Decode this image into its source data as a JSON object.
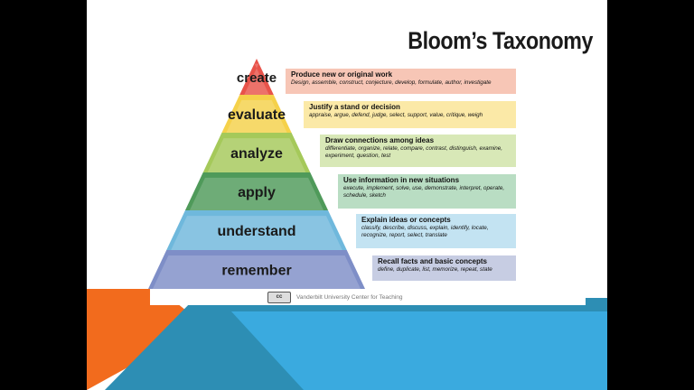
{
  "title": "Bloom’s Taxonomy",
  "levels": [
    {
      "label": "create",
      "color": "#e8534a",
      "head": "Produce new or original work",
      "verbs": "Design, assemble, construct, conjecture, develop, formulate, author, investigate",
      "box_color": "#f7c6b6"
    },
    {
      "label": "evaluate",
      "color": "#f5d14a",
      "head": "Justify a stand or decision",
      "verbs": "appraise, argue, defend, judge, select, support, value, critique, weigh",
      "box_color": "#fbe9a7"
    },
    {
      "label": "analyze",
      "color": "#a5c95a",
      "head": "Draw connections among ideas",
      "verbs": "differentiate, organize, relate, compare, contrast, distinguish, examine, experiment, question, test",
      "box_color": "#d8e8b7"
    },
    {
      "label": "apply",
      "color": "#4f9a5a",
      "head": "Use information in new situations",
      "verbs": "execute, implement, solve, use, demonstrate, interpret, operate, schedule, sketch",
      "box_color": "#b9ddc3"
    },
    {
      "label": "understand",
      "color": "#6fb8dc",
      "head": "Explain ideas or concepts",
      "verbs": "classify, describe, discuss, explain, identify, locate, recognize, report, select, translate",
      "box_color": "#c3e3f2"
    },
    {
      "label": "remember",
      "color": "#7e8ec7",
      "head": "Recall facts and basic concepts",
      "verbs": "define, duplicate, list, memorize, repeat, state",
      "box_color": "#c7cde3"
    }
  ],
  "credit": "Vanderbilt University Center for Teaching",
  "cc_badge": "cc",
  "colors": {
    "orange": "#f26b1d",
    "blue": "#3aaadf",
    "teal": "#2d8eb4"
  }
}
